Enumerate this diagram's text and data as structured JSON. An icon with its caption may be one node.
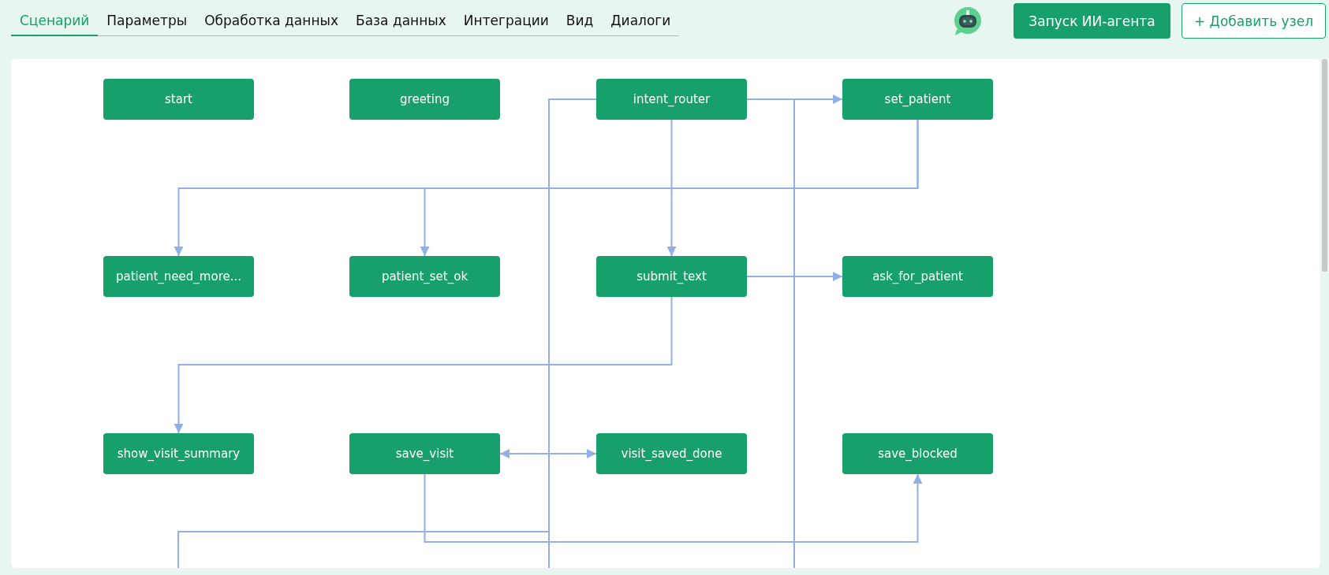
{
  "diagram": {
    "nodes": [
      {
        "text": [
          "start"
        ]
      },
      {
        "text": [
          "greeting"
        ]
      },
      {
        "text": [
          "intent_router"
        ]
      },
      {
        "text": [
          "set_patient"
        ]
      },
      {
        "text": [
          "patient_need_more..."
        ]
      },
      {
        "text": [
          "patient_set_ok"
        ]
      },
      {
        "text": [
          "submit_text"
        ]
      },
      {
        "text": [
          "ask_for_patient"
        ]
      },
      {
        "text": [
          "show_visit_summary"
        ]
      },
      {
        "text": [
          "save_visit"
        ]
      },
      {
        "text": [
          "visit_saved_done"
        ]
      },
      {
        "text": [
          "save_blocked"
        ]
      }
    ],
    "edges": [
      {
        "from": 2,
        "to": 3,
        "arrow": "to"
      },
      {
        "from": 3,
        "to": 4,
        "arrow": "to"
      },
      {
        "from": 3,
        "to": 5,
        "arrow": "to"
      },
      {
        "from": 2,
        "to": 6,
        "arrow": "to"
      },
      {
        "from": 6,
        "to": 7,
        "arrow": "to"
      },
      {
        "from": 6,
        "to": 8,
        "arrow": "to"
      },
      {
        "from": 9,
        "to": 10,
        "arrow": "both"
      },
      {
        "from": 9,
        "to": 11,
        "arrow": "to"
      },
      {
        "from": 2,
        "to": null,
        "arrow": "none"
      },
      {
        "from": 2,
        "to": null,
        "arrow": "none"
      },
      {
        "from": 2,
        "to": null,
        "arrow": "none"
      }
    ],
    "labels": [
      "Сценарий",
      "Параметры",
      "Обработка данных",
      "База данных",
      "Интеграции",
      "Вид",
      "Диалоги",
      "Запуск ИИ-агента",
      "+ Добавить узел"
    ]
  }
}
